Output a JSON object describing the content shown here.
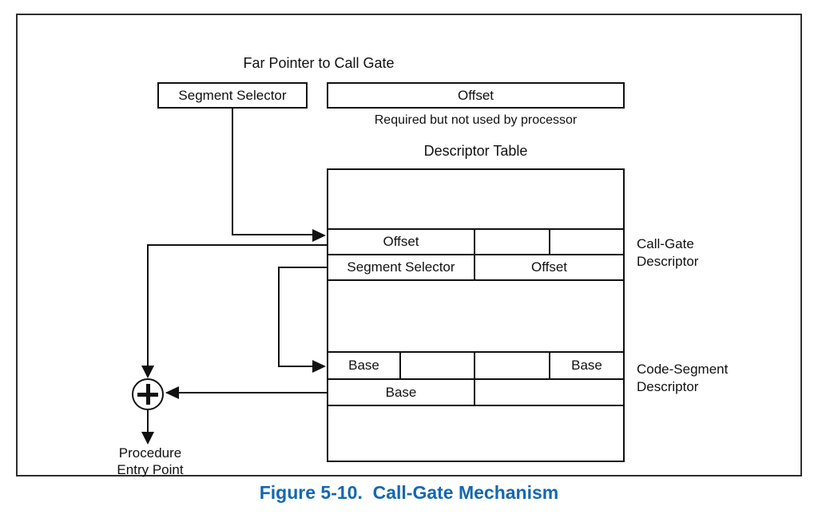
{
  "colors": {
    "caption_blue": "#1467B1",
    "line_black": "#111111"
  },
  "header": {
    "far_pointer_title": "Far Pointer to Call Gate",
    "segment_selector_box": "Segment Selector",
    "offset_box": "Offset",
    "offset_note": "Required but not used by processor"
  },
  "descriptor_table": {
    "title": "Descriptor Table",
    "call_gate_row1": {
      "offset": "Offset",
      "cell2": "",
      "cell3": ""
    },
    "call_gate_row2": {
      "segment_selector": "Segment Selector",
      "offset": "Offset"
    },
    "code_segment_row1": {
      "base_left": "Base",
      "cell2": "",
      "cell3": "",
      "base_right": "Base"
    },
    "code_segment_row2": {
      "base": "Base",
      "cell2": ""
    }
  },
  "side_labels": {
    "call_gate_line1": "Call-Gate",
    "call_gate_line2": "Descriptor",
    "code_segment_line1": "Code-Segment",
    "code_segment_line2": "Descriptor"
  },
  "adder": {
    "icon": "plus"
  },
  "procedure_entry": {
    "line1": "Procedure",
    "line2": "Entry Point"
  },
  "caption": "Figure 5-10.  Call-Gate Mechanism"
}
